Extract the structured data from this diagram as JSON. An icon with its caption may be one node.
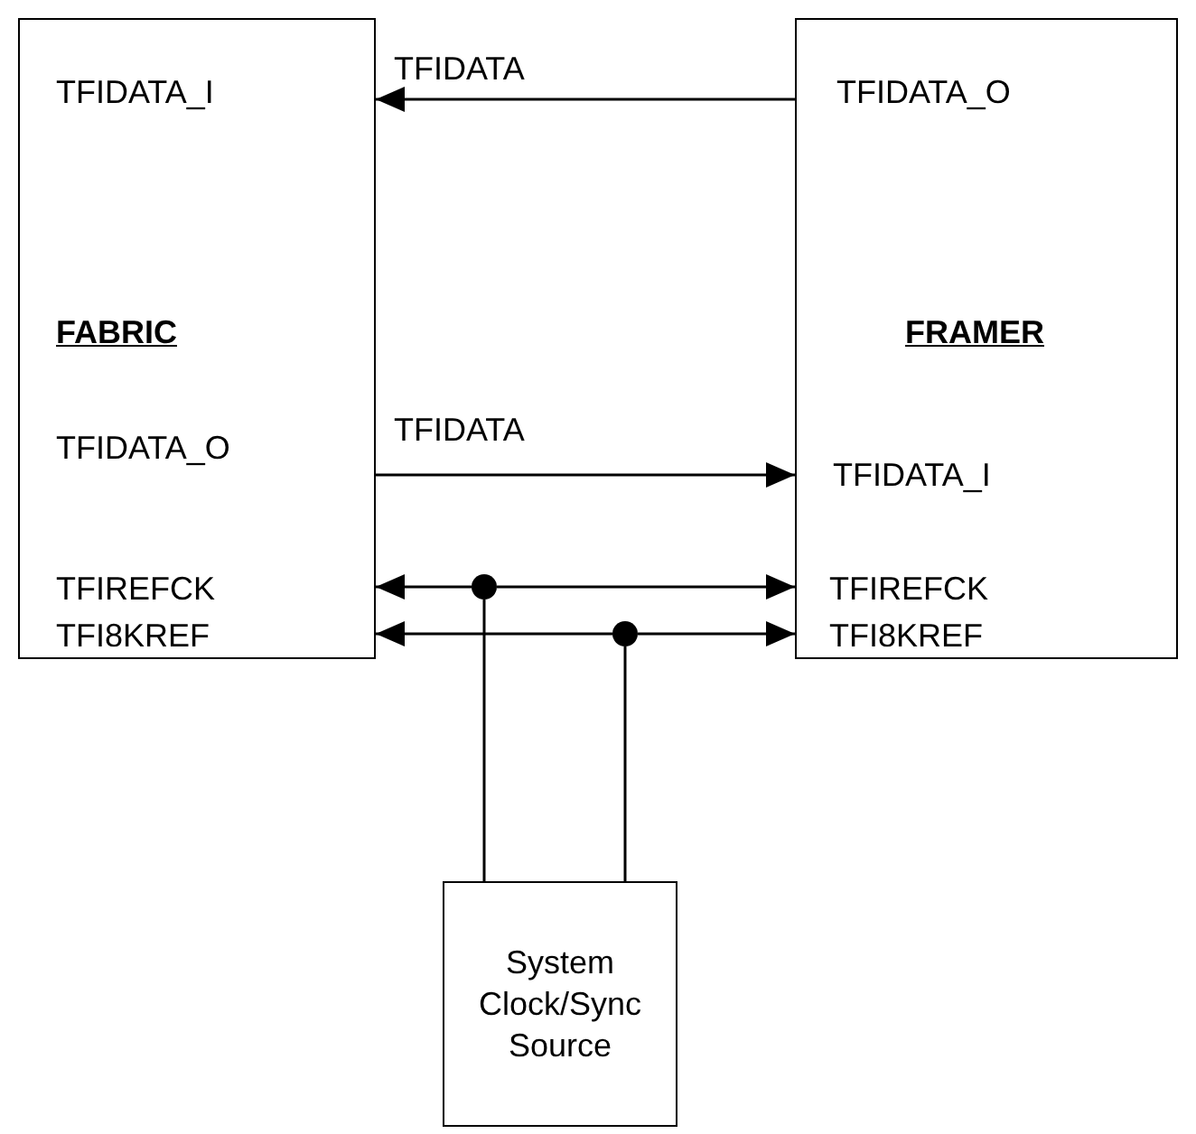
{
  "diagram": {
    "nodes": [
      {
        "text": [
          "TFIDATA_I",
          "FABRIC",
          "TFIDATA_O",
          "TFIREFCK",
          "TFI8KREF"
        ]
      },
      {
        "text": [
          "TFIDATA_O",
          "FRAMER",
          "TFIDATA_I",
          "TFIREFCK",
          "TFI8KREF"
        ]
      },
      {
        "text": [],
        "shape": "circle"
      },
      {
        "text": [],
        "shape": "circle"
      },
      {
        "text": [
          "System Clock/Sync Source"
        ]
      }
    ],
    "edges": [
      {
        "from": 1,
        "to": 0,
        "arrow": "to",
        "label": "TFIDATA"
      },
      {
        "from": 0,
        "to": 1,
        "arrow": "to",
        "label": "TFIDATA"
      },
      {
        "from": 4,
        "to": 2,
        "arrow": "none"
      },
      {
        "from": 2,
        "to": 0,
        "arrow": "to"
      },
      {
        "from": 2,
        "to": 1,
        "arrow": "to"
      },
      {
        "from": 4,
        "to": 3,
        "arrow": "none"
      },
      {
        "from": 3,
        "to": 0,
        "arrow": "to"
      },
      {
        "from": 3,
        "to": 1,
        "arrow": "to"
      }
    ]
  }
}
